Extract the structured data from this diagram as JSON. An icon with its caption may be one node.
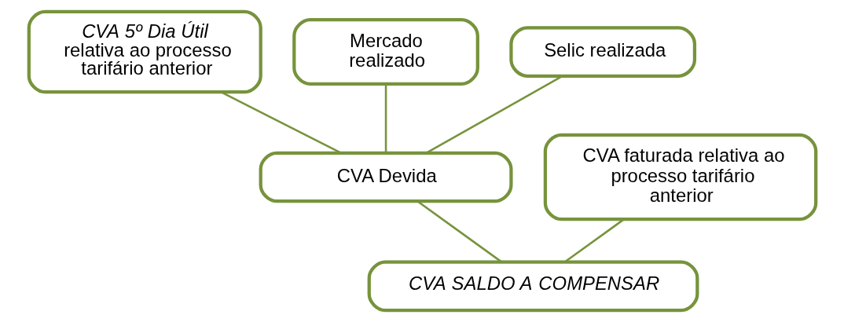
{
  "diagram": {
    "nodes": [
      {
        "text": [
          "*CVA 5º Dia Útil* relativa ao processo tarifário anterior"
        ]
      },
      {
        "text": [
          "Mercado realizado"
        ]
      },
      {
        "text": [
          "Selic realizada"
        ]
      },
      {
        "text": [
          "CVA Devida"
        ]
      },
      {
        "text": [
          "CVA faturada relativa ao processo tarifário anterior"
        ]
      },
      {
        "text": [
          "CVA SALDO A COMPENSAR"
        ]
      }
    ],
    "edges": [
      {
        "from": 0,
        "to": 3,
        "arrow": "none"
      },
      {
        "from": 1,
        "to": 3,
        "arrow": "none"
      },
      {
        "from": 2,
        "to": 3,
        "arrow": "none"
      },
      {
        "from": 3,
        "to": 5,
        "arrow": "none"
      },
      {
        "from": 4,
        "to": 5,
        "arrow": "none"
      }
    ]
  }
}
